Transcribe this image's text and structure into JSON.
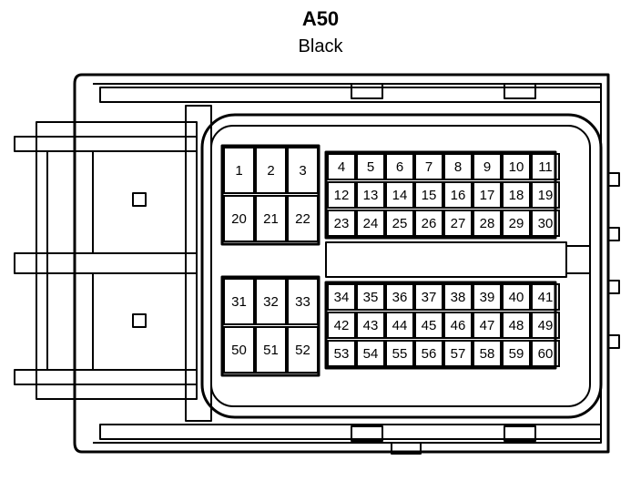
{
  "connector": {
    "id": "A50",
    "color": "Black"
  },
  "pins": {
    "left_upper": [
      [
        "1",
        "2",
        "3"
      ],
      [
        "20",
        "21",
        "22"
      ]
    ],
    "left_lower": [
      [
        "31",
        "32",
        "33"
      ],
      [
        "50",
        "51",
        "52"
      ]
    ],
    "right_upper": [
      [
        "4",
        "5",
        "6",
        "7",
        "8",
        "9",
        "10",
        "11"
      ],
      [
        "12",
        "13",
        "14",
        "15",
        "16",
        "17",
        "18",
        "19"
      ],
      [
        "23",
        "24",
        "25",
        "26",
        "27",
        "28",
        "29",
        "30"
      ]
    ],
    "right_lower": [
      [
        "34",
        "35",
        "36",
        "37",
        "38",
        "39",
        "40",
        "41"
      ],
      [
        "42",
        "43",
        "44",
        "45",
        "46",
        "47",
        "48",
        "49"
      ],
      [
        "53",
        "54",
        "55",
        "56",
        "57",
        "58",
        "59",
        "60"
      ]
    ]
  }
}
